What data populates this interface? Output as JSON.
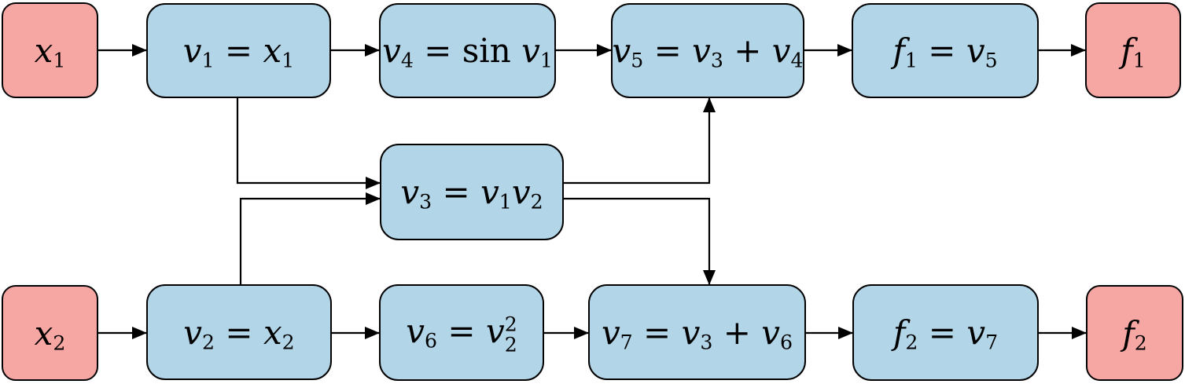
{
  "diagram": {
    "title": "forward-computational-graph",
    "background": "#ffffff",
    "colors": {
      "input_fill": "#F6A6A3",
      "output_fill": "#F6A6A3",
      "op_fill": "#B2D5E8",
      "border": "#000000",
      "arrow": "#000000"
    },
    "nodes": [
      {
        "id": "x1",
        "label": "x_1",
        "type": "input"
      },
      {
        "id": "v1",
        "label": "v_1 = x_1",
        "type": "op"
      },
      {
        "id": "v4",
        "label": "v_4 = sin v_1",
        "type": "op"
      },
      {
        "id": "v5",
        "label": "v_5 = v_3 + v_4",
        "type": "op"
      },
      {
        "id": "f1v5",
        "label": "f_1 = v_5",
        "type": "op"
      },
      {
        "id": "f1",
        "label": "f_1",
        "type": "output"
      },
      {
        "id": "v3",
        "label": "v_3 = v_1v_2",
        "type": "op"
      },
      {
        "id": "x2",
        "label": "x_2",
        "type": "input"
      },
      {
        "id": "v2",
        "label": "v_2 = x_2",
        "type": "op"
      },
      {
        "id": "v6",
        "label": "v_6 = v_2^2",
        "type": "op"
      },
      {
        "id": "v7",
        "label": "v_7 = v_3 + v_6",
        "type": "op"
      },
      {
        "id": "f2v7",
        "label": "f_2 = v_7",
        "type": "op"
      },
      {
        "id": "f2",
        "label": "f_2",
        "type": "output"
      }
    ],
    "edges": [
      {
        "from": "x1",
        "to": "v1"
      },
      {
        "from": "v1",
        "to": "v4"
      },
      {
        "from": "v4",
        "to": "v5"
      },
      {
        "from": "v5",
        "to": "f1v5"
      },
      {
        "from": "f1v5",
        "to": "f1"
      },
      {
        "from": "x2",
        "to": "v2"
      },
      {
        "from": "v2",
        "to": "v6"
      },
      {
        "from": "v6",
        "to": "v7"
      },
      {
        "from": "v7",
        "to": "f2v7"
      },
      {
        "from": "f2v7",
        "to": "f2"
      },
      {
        "from": "v1",
        "to": "v3"
      },
      {
        "from": "v2",
        "to": "v3"
      },
      {
        "from": "v3",
        "to": "v5"
      },
      {
        "from": "v3",
        "to": "v7"
      }
    ]
  }
}
